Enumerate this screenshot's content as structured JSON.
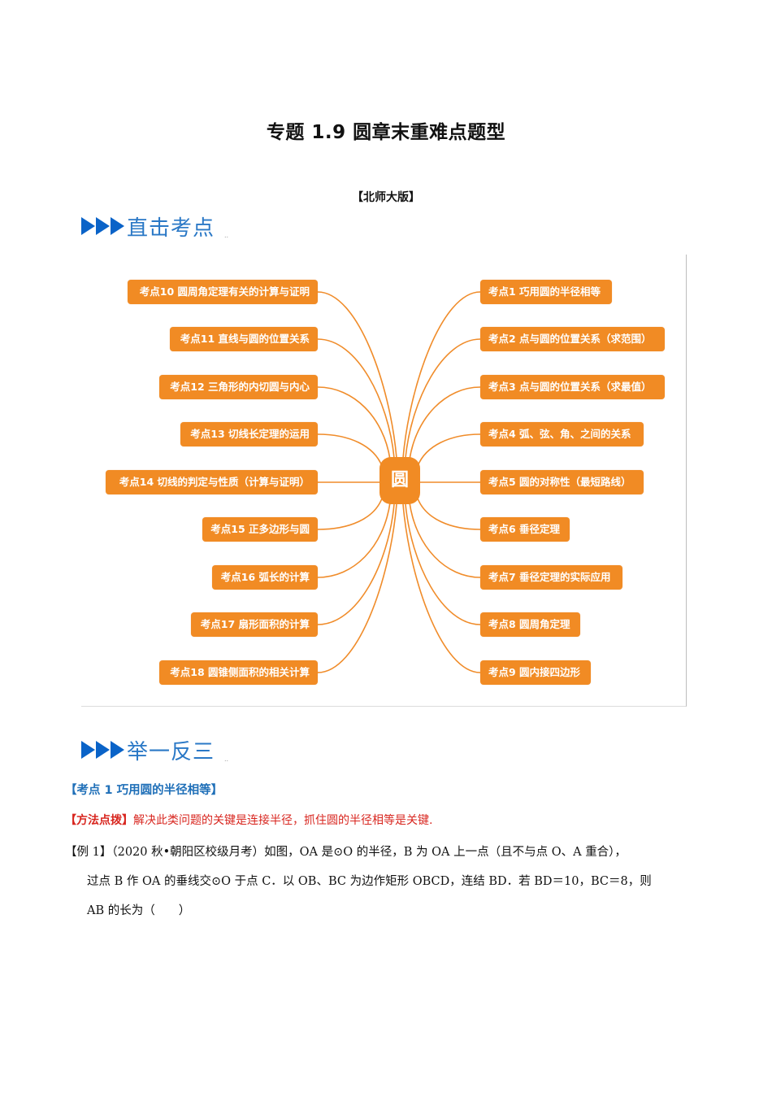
{
  "document": {
    "title": "专题 1.9  圆章末重难点题型",
    "edition": "【北师大版】"
  },
  "sections": {
    "direct": {
      "label": "直击考点",
      "dots": "..",
      "arrow_color": "#0a63c8",
      "label_color": "#2a78c6"
    },
    "practice": {
      "label": "举一反三",
      "dots": "..",
      "arrow_color": "#0a63c8",
      "label_color": "#2a78c6"
    }
  },
  "mindmap": {
    "center": "圆",
    "node_color": "#f18b24",
    "line_color": "#f08c2a",
    "left_nodes": [
      "考点10 圆周角定理有关的计算与证明",
      "考点11 直线与圆的位置关系",
      "考点12 三角形的内切圆与内心",
      "考点13 切线长定理的运用",
      "考点14 切线的判定与性质（计算与证明）",
      "考点15 正多边形与圆",
      "考点16 弧长的计算",
      "考点17 扇形面积的计算",
      "考点18 圆锥侧面积的相关计算"
    ],
    "right_nodes": [
      "考点1 巧用圆的半径相等",
      "考点2 点与圆的位置关系（求范围）",
      "考点3 点与圆的位置关系（求最值）",
      "考点4 弧、弦、角、之间的关系",
      "考点5 圆的对称性（最短路线）",
      "考点6 垂径定理",
      "考点7 垂径定理的实际应用",
      "考点8 圆周角定理",
      "考点9 圆内接四边形"
    ]
  },
  "practice": {
    "kaodian_title": "【考点 1  巧用圆的半径相等】",
    "method_tag": "【方法点拨】",
    "method_text": "解决此类问题的关键是连接半径，抓住圆的半径相等是关键.",
    "example": {
      "tag": "【例 1】",
      "source": "（2020 秋•朝阳区校级月考）",
      "line1": "如图，OA 是⊙O 的半径，B 为 OA 上一点（且不与点 O、A 重合），",
      "line2": "过点 B 作 OA 的垂线交⊙O 于点 C．以 OB、BC 为边作矩形 OBCD，连结 BD．若 BD＝10，BC＝8，则",
      "line3": "AB 的长为（　　）"
    }
  }
}
